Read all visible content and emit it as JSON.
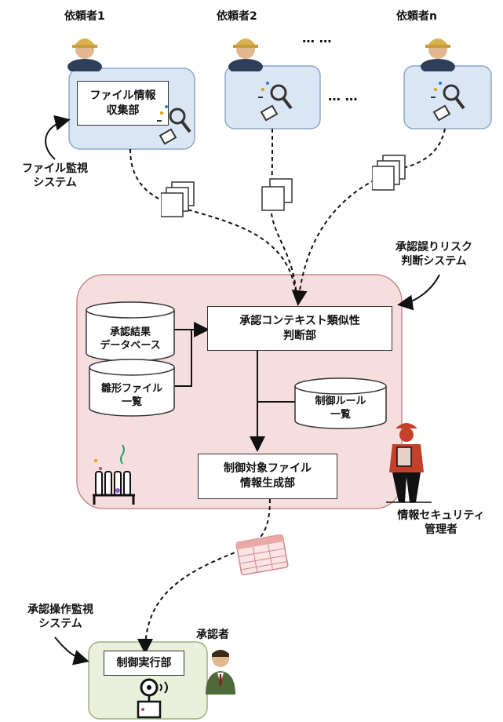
{
  "requesters": [
    {
      "label": "依頼者1"
    },
    {
      "label": "依頼者2"
    },
    {
      "label": "依頼者n"
    }
  ],
  "ellipsis_top": "… …",
  "ellipsis_mid": "… …",
  "file_info_collector": {
    "line1": "ファイル情報",
    "line2": "収集部"
  },
  "file_monitor_system": {
    "line1": "ファイル監視",
    "line2": "システム"
  },
  "risk_system": {
    "line1": "承認誤りリスク",
    "line2": "判断システム"
  },
  "context_judge": {
    "line1": "承認コンテキスト類似性",
    "line2": "判断部"
  },
  "approval_db": {
    "line1": "承認結果",
    "line2": "データベース"
  },
  "template_list": {
    "line1": "雛形ファイル",
    "line2": "一覧"
  },
  "control_rules": {
    "line1": "制御ルール",
    "line2": "一覧"
  },
  "target_generator": {
    "line1": "制御対象ファイル",
    "line2": "情報生成部"
  },
  "security_admin": {
    "line1": "情報セキュリティ",
    "line2": "管理者"
  },
  "approval_op_system": {
    "line1": "承認操作監視",
    "line2": "システム"
  },
  "approver": {
    "label": "承認者"
  },
  "control_executor": {
    "label": "制御実行部"
  },
  "colors": {
    "requester_box_fill": "#dbe6f4",
    "requester_box_stroke": "#8ea7c9",
    "system_fill": "#f6dede",
    "system_stroke": "#c98a8a",
    "approver_box_fill": "#e9f1dc",
    "approver_box_stroke": "#9db07f"
  },
  "icons": [
    "worker-icon",
    "document-stack-icon",
    "magnifier-tools-icon",
    "lab-flasks-icon",
    "admin-figure-icon",
    "approver-person-icon",
    "file-table-icon",
    "control-gear-icon"
  ]
}
